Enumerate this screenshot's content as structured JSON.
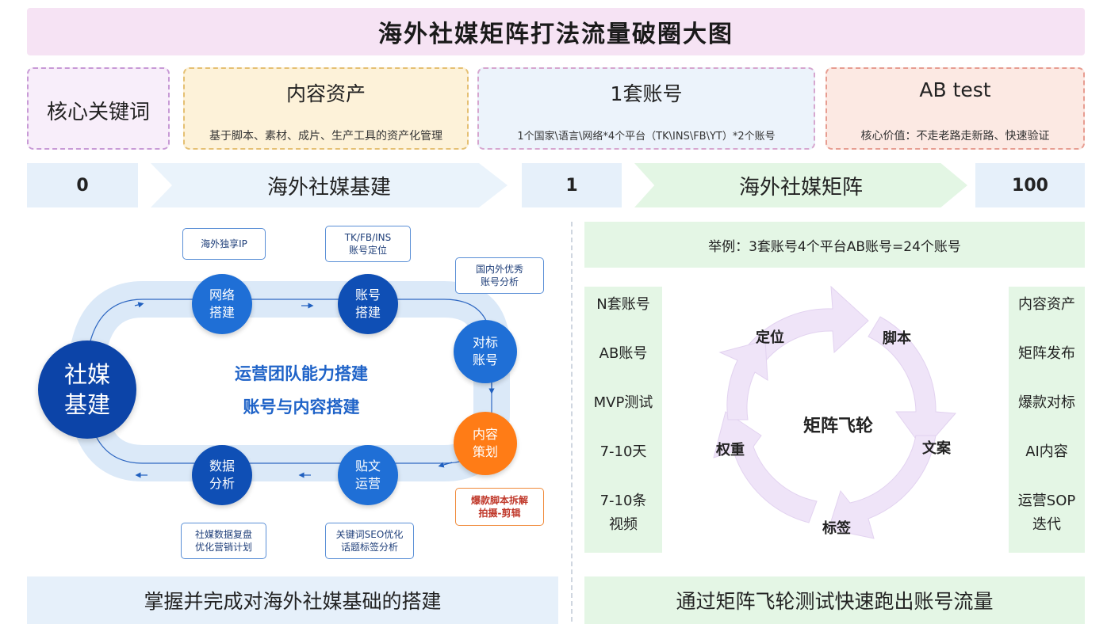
{
  "title": "海外社媒矩阵打法流量破圈大图",
  "cards": {
    "keyword": {
      "title": "核心关键词"
    },
    "content": {
      "title": "内容资产",
      "sub": "基于脚本、素材、成片、生产工具的资产化管理"
    },
    "account": {
      "title": "1套账号",
      "sub": "1个国家\\语言\\网络*4个平台（TK\\INS\\FB\\YT）*2个账号"
    },
    "abtest": {
      "title": "AB test",
      "sub": "核心价值：不走老路走新路、快速验证"
    }
  },
  "stages": {
    "num0": "0",
    "infra": "海外社媒基建",
    "num1": "1",
    "matrix": "海外社媒矩阵",
    "num100": "100"
  },
  "left": {
    "hub": "社媒\n基建",
    "center_line1": "运营团队能力搭建",
    "center_line2": "账号与内容搭建",
    "nodes": {
      "network": "网络\n搭建",
      "account": "账号\n搭建",
      "benchmark": "对标\n账号",
      "content": "内容\n策划",
      "post": "贴文\n运营",
      "data": "数据\n分析"
    },
    "tags": {
      "ip": "海外独享IP",
      "positioning": "TK/FB/INS\n账号定位",
      "analysis": "国内外优秀\n账号分析",
      "script": "爆款脚本拆解\n拍摄-剪辑",
      "seo": "关键词SEO优化\n话题标签分析",
      "review": "社媒数据复盘\n优化营销计划"
    }
  },
  "right": {
    "example": "举例：3套账号4个平台AB账号=24个账号",
    "left_items": [
      "N套账号",
      "AB账号",
      "MVP测试",
      "7-10天",
      "7-10条\n视频"
    ],
    "right_items": [
      "内容资产",
      "矩阵发布",
      "爆款对标",
      "AI内容",
      "运营SOP\n迭代"
    ],
    "wheel_center": "矩阵飞轮",
    "wheel_labels": {
      "positioning": "定位",
      "script": "脚本",
      "copy": "文案",
      "tags": "标签",
      "weight": "权重"
    }
  },
  "bottom": {
    "left": "掌握并完成对海外社媒基础的搭建",
    "right": "通过矩阵飞轮测试快速跑出账号流量"
  },
  "colors": {
    "node_blue": "#1f6fd6",
    "node_dark": "#0f4fb5",
    "node_orange": "#ff7c16",
    "hub": "#0c44a8",
    "wheel": "#ede3f7"
  }
}
